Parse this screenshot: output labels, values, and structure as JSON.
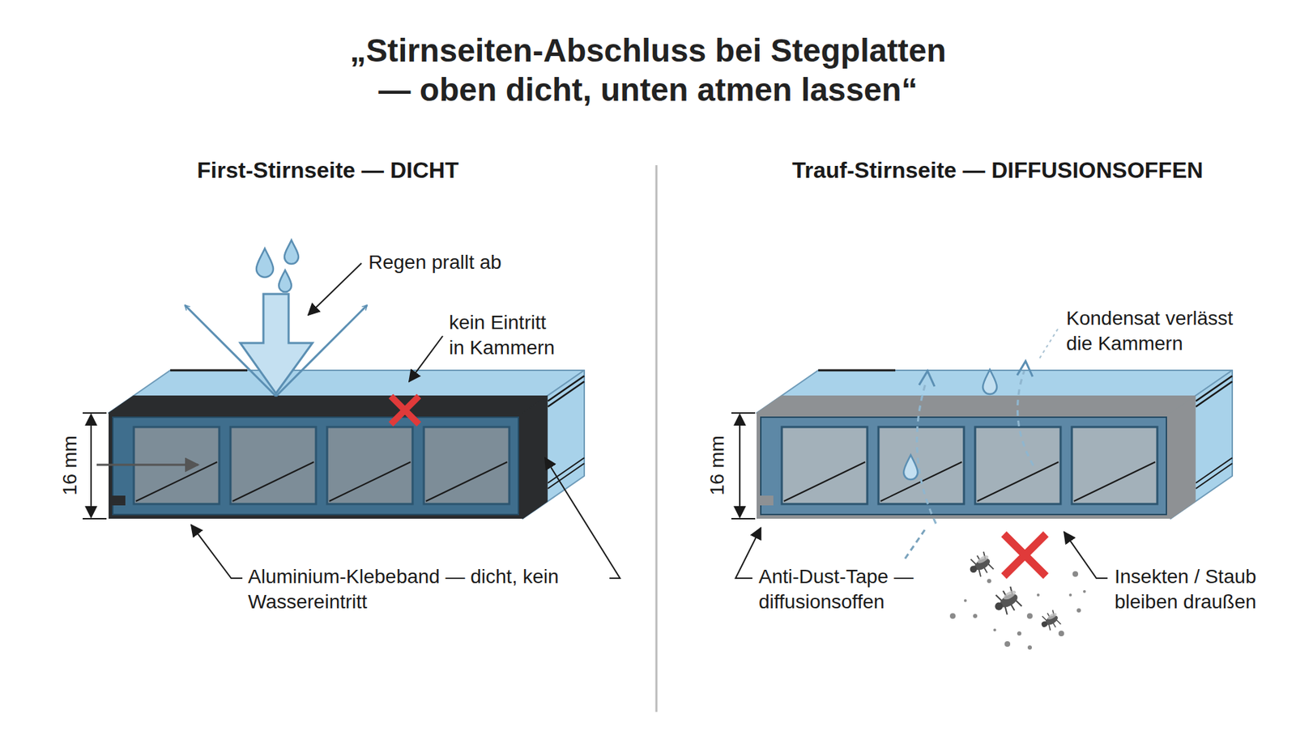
{
  "diagram": {
    "title": "„Stirnseiten-Abschluss bei Stegplatten — oben dicht, unten atmen lassen“",
    "labels": [
      "First-Stirnseite — DICHT",
      "Regen prallt ab",
      "kein Eintritt in Kammern",
      "16 mm",
      "Aluminium-Klebeband — dicht, kein Wassereintritt",
      "Trauf-Stirnseite — DIFFUSIONSOFFEN",
      "Kondensat verlässt die Kammern",
      "16 mm",
      "Anti-Dust-Tape — diffusionsoffen",
      "Insekten / Staub bleiben draußen"
    ]
  }
}
